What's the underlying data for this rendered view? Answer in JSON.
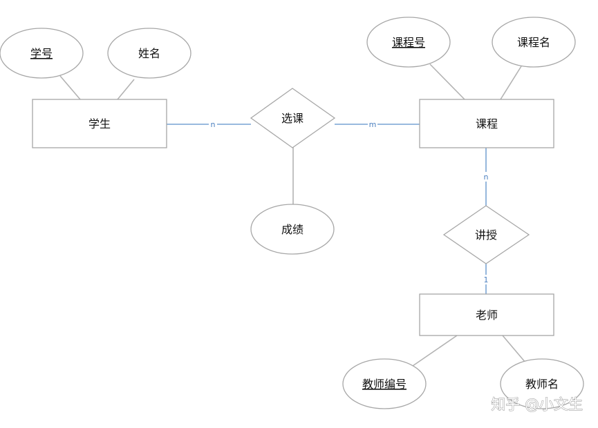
{
  "entities": {
    "student": "学生",
    "course": "课程",
    "teacher": "老师"
  },
  "relationships": {
    "enroll": "选课",
    "teach": "讲授"
  },
  "attributes": {
    "student_id": "学号",
    "student_name": "姓名",
    "course_id": "课程号",
    "course_name": "课程名",
    "grade": "成绩",
    "teacher_id": "教师编号",
    "teacher_name": "教师名"
  },
  "cardinalities": {
    "student_enroll": "n",
    "enroll_course": "m",
    "course_teach": "n",
    "teach_teacher": "1"
  },
  "watermark": "知乎 @小文生",
  "colors": {
    "shape_stroke": "#a6a6a6",
    "relation_line": "#5b8fc9",
    "attribute_line": "#b3b3b3",
    "text": "#111111"
  }
}
